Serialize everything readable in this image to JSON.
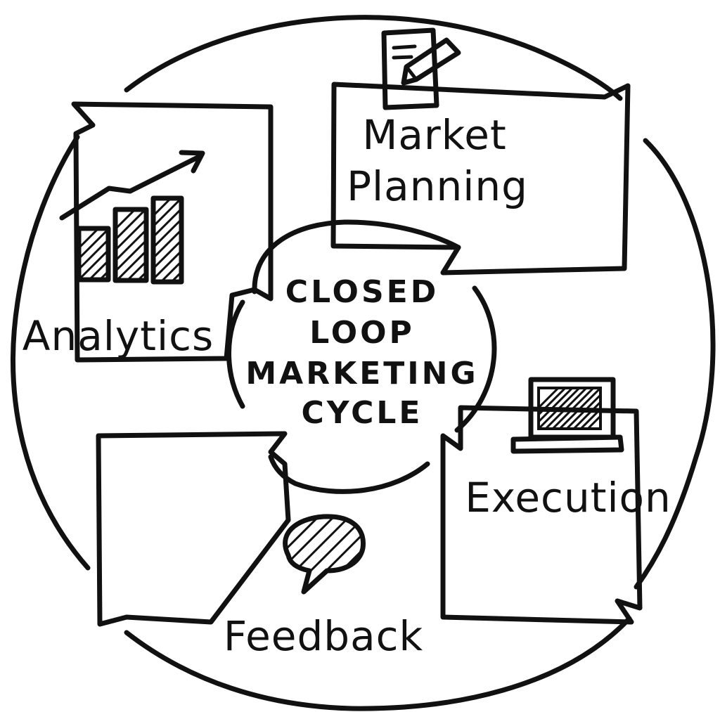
{
  "center": {
    "lines": [
      "CLOSED",
      "LOOP",
      "MARKETING",
      "CYCLE"
    ]
  },
  "stages": {
    "market_planning": {
      "lines": [
        "Market",
        "Planning"
      ],
      "icon": "document-pencil-icon"
    },
    "execution": {
      "label": "Execution",
      "icon": "laptop-icon"
    },
    "feedback": {
      "label": "Feedback",
      "icon": "speech-bubble-icon"
    },
    "analytics": {
      "label": "Analytics",
      "icon": "bar-chart-trend-icon"
    }
  },
  "colors": {
    "ink": "#111111",
    "background": "#ffffff"
  }
}
